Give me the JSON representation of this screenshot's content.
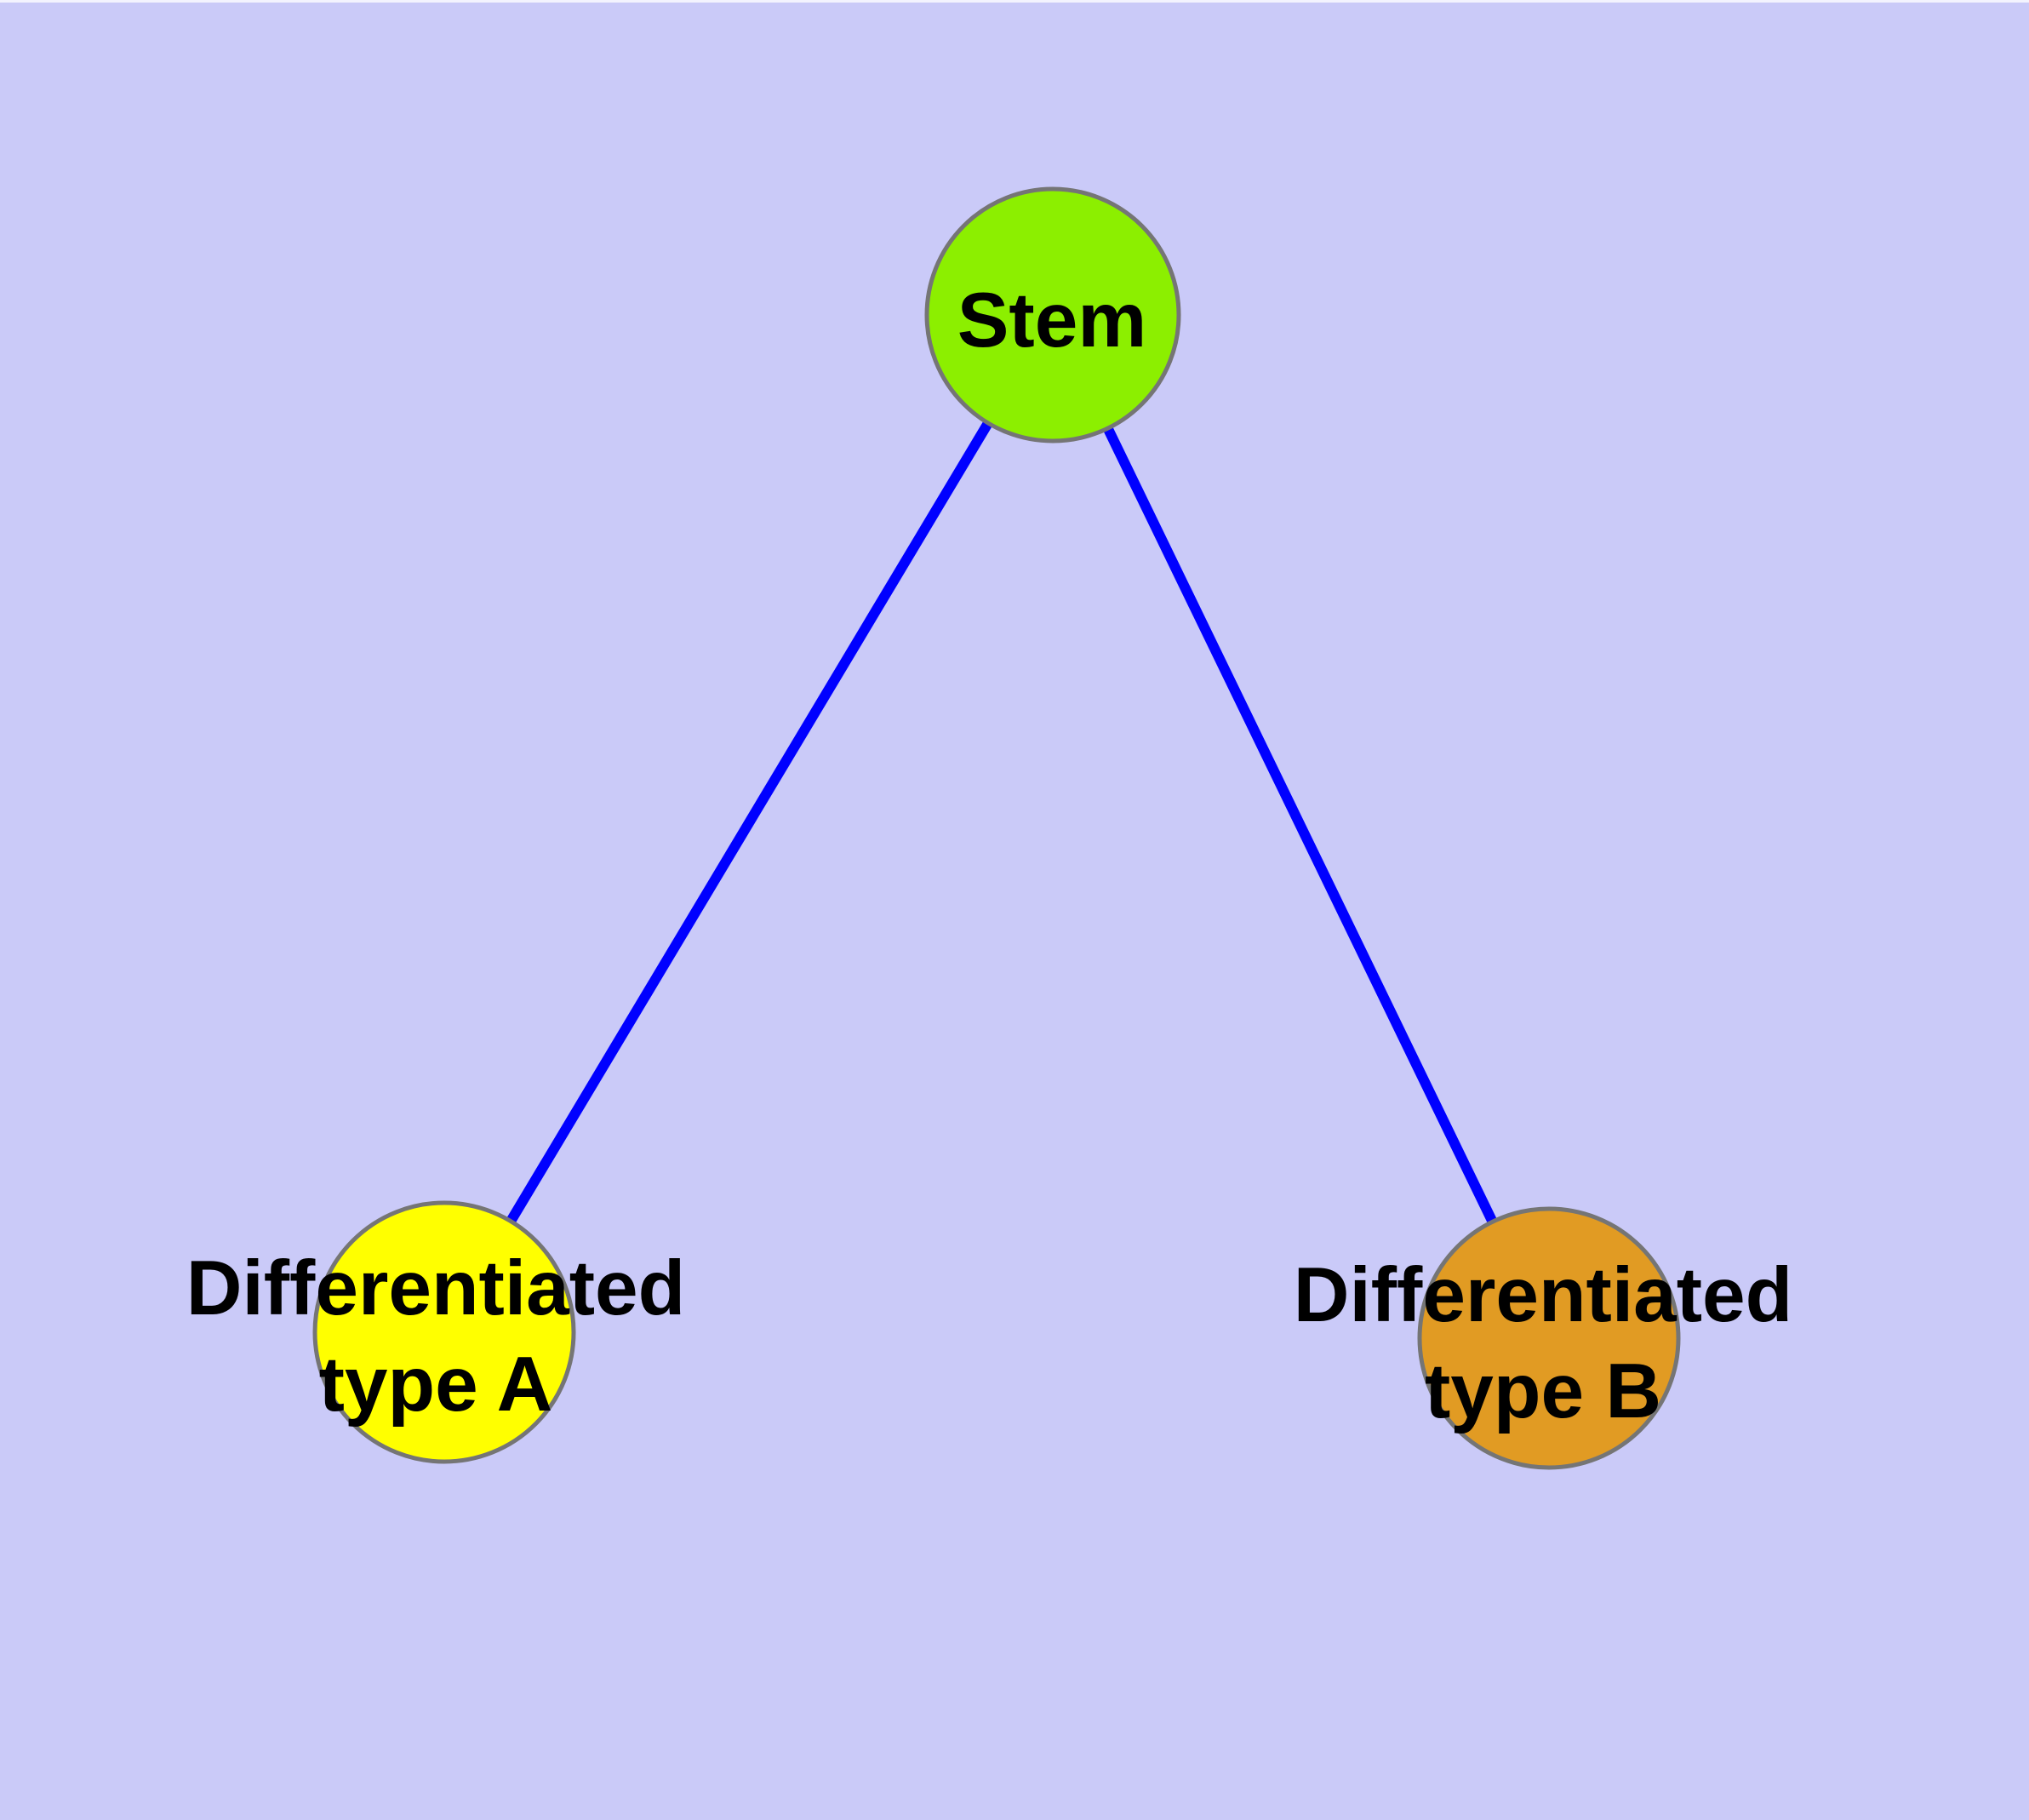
{
  "diagram": {
    "type": "graph",
    "background_color": "#CACAF8",
    "top_edge_strip_color": "#F3F3FE",
    "edge_color": "#0000FF",
    "node_border_color": "#757575",
    "text_color": "#000000",
    "nodes": {
      "stem": {
        "label": "Stem",
        "color": "#8CEF00"
      },
      "type_a": {
        "label": "Differentiated type A",
        "line1": "Differentiated",
        "line2": "type A",
        "color": "#FFFF00"
      },
      "type_b": {
        "label": "Differentiated type B",
        "line1": "Differentiated",
        "line2": "type B",
        "color": "#E19B23"
      }
    },
    "edges": [
      {
        "from": "Stem",
        "to": "Differentiated type A"
      },
      {
        "from": "Stem",
        "to": "Differentiated type B"
      }
    ]
  }
}
